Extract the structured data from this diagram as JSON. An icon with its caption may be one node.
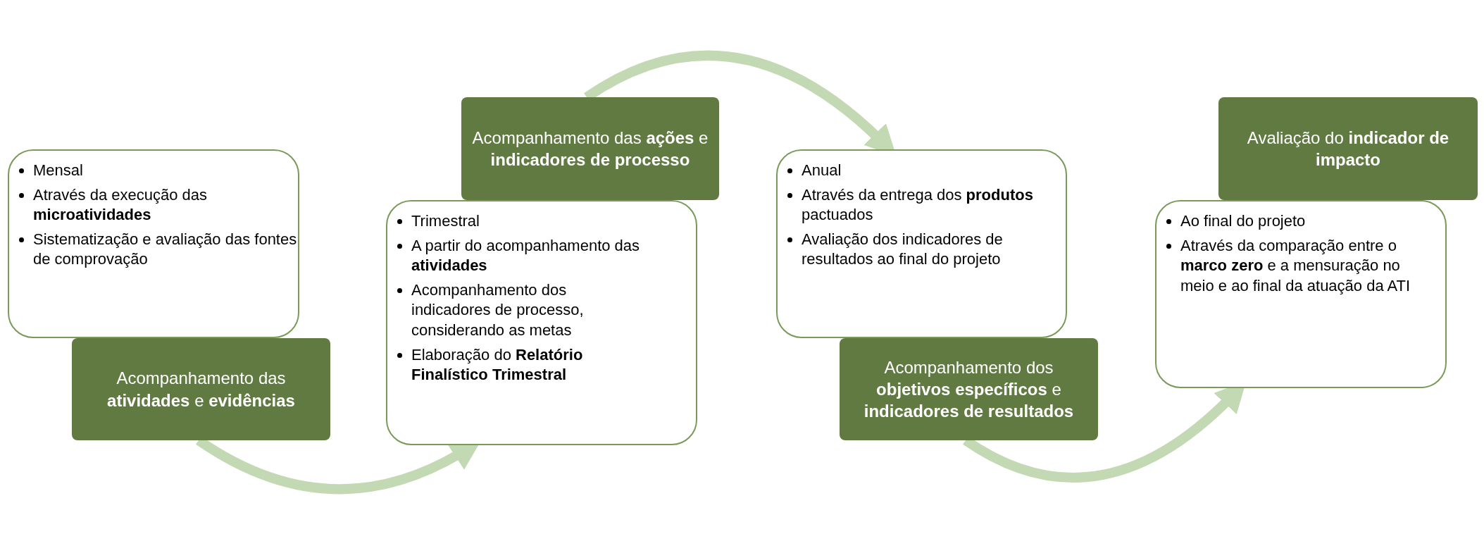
{
  "diagram": {
    "nodes": [
      {
        "text": [
          "Mensal",
          "Através da execução das **microatividades**",
          "Sistematização e avaliação das fontes de comprovação"
        ]
      },
      {
        "text": [
          "Acompanhamento das **atividades** e **evidências**"
        ]
      },
      {
        "text": [
          "Acompanhamento das **ações** e **indicadores de processo**"
        ]
      },
      {
        "text": [
          "Trimestral",
          "A partir do acompanhamento das **atividades**",
          "Acompanhamento dos indicadores de processo, considerando as metas",
          "Elaboração do **Relatório Finalístico Trimestral**"
        ]
      },
      {
        "text": [
          "Anual",
          "Através da entrega dos **produtos** pactuados",
          "Avaliação dos indicadores de resultados ao final do projeto"
        ]
      },
      {
        "text": [
          "Acompanhamento dos **objetivos específicos** e **indicadores de resultados**"
        ]
      },
      {
        "text": [
          "Avaliação do **indicador de impacto**"
        ]
      },
      {
        "text": [
          "Ao final do projeto",
          "Através da comparação entre o **marco zero** e a mensuração no meio e ao final da atuação da ATI"
        ]
      }
    ],
    "edges": [
      {
        "from": 1,
        "to": 3,
        "arrow": "to"
      },
      {
        "from": 2,
        "to": 4,
        "arrow": "to"
      },
      {
        "from": 5,
        "to": 7,
        "arrow": "to"
      }
    ]
  }
}
